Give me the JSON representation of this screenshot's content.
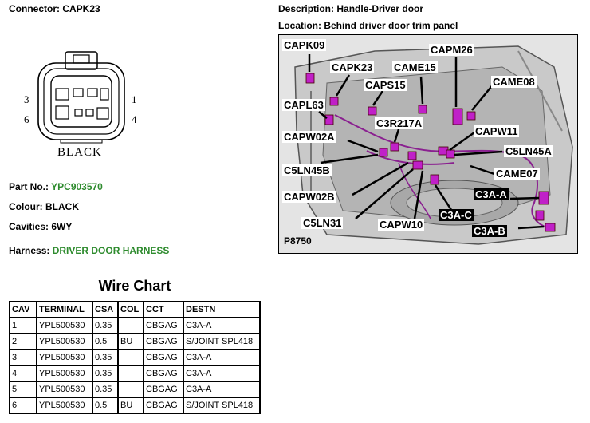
{
  "connector": {
    "label": "Connector:",
    "value": "CAPK23",
    "color_label": "BLACK",
    "cavity_numbers": [
      "3",
      "1",
      "6",
      "4"
    ]
  },
  "description": {
    "label": "Description:",
    "value": "Handle-Driver door"
  },
  "location": {
    "label": "Location:",
    "value": "Behind driver door trim panel"
  },
  "part_no": {
    "label": "Part No.:",
    "value": "YPC903570"
  },
  "colour": {
    "label": "Colour:",
    "value": "BLACK"
  },
  "cavities": {
    "label": "Cavities:",
    "value": "6WY"
  },
  "harness": {
    "label": "Harness:",
    "value": "DRIVER DOOR HARNESS"
  },
  "wire_chart": {
    "title": "Wire Chart",
    "headers": [
      "CAV",
      "TERMINAL",
      "CSA",
      "COL",
      "CCT",
      "DESTN"
    ],
    "rows": [
      [
        "1",
        "YPL500530",
        "0.35",
        "",
        "CBGAG",
        "C3A-A"
      ],
      [
        "2",
        "YPL500530",
        "0.5",
        "BU",
        "CBGAG",
        "S/JOINT SPL418"
      ],
      [
        "3",
        "YPL500530",
        "0.35",
        "",
        "CBGAG",
        "C3A-A"
      ],
      [
        "4",
        "YPL500530",
        "0.35",
        "",
        "CBGAG",
        "C3A-A"
      ],
      [
        "5",
        "YPL500530",
        "0.35",
        "",
        "CBGAG",
        "C3A-A"
      ],
      [
        "6",
        "YPL500530",
        "0.5",
        "BU",
        "CBGAG",
        "S/JOINT SPL418"
      ]
    ]
  },
  "photo": {
    "id": "P8750",
    "callouts": [
      "CAPK09",
      "CAPK23",
      "CAME15",
      "CAPM26",
      "CAPS15",
      "CAME08",
      "CAPL63",
      "C3R217A",
      "CAPW11",
      "CAPW02A",
      "C5LN45A",
      "C5LN45B",
      "CAME07",
      "C3A-A",
      "CAPW02B",
      "C5LN31",
      "CAPW10",
      "C3A-C",
      "C3A-B"
    ]
  },
  "colors": {
    "accent_green": "#2e8b2e",
    "connector_magenta": "#c020c8"
  }
}
